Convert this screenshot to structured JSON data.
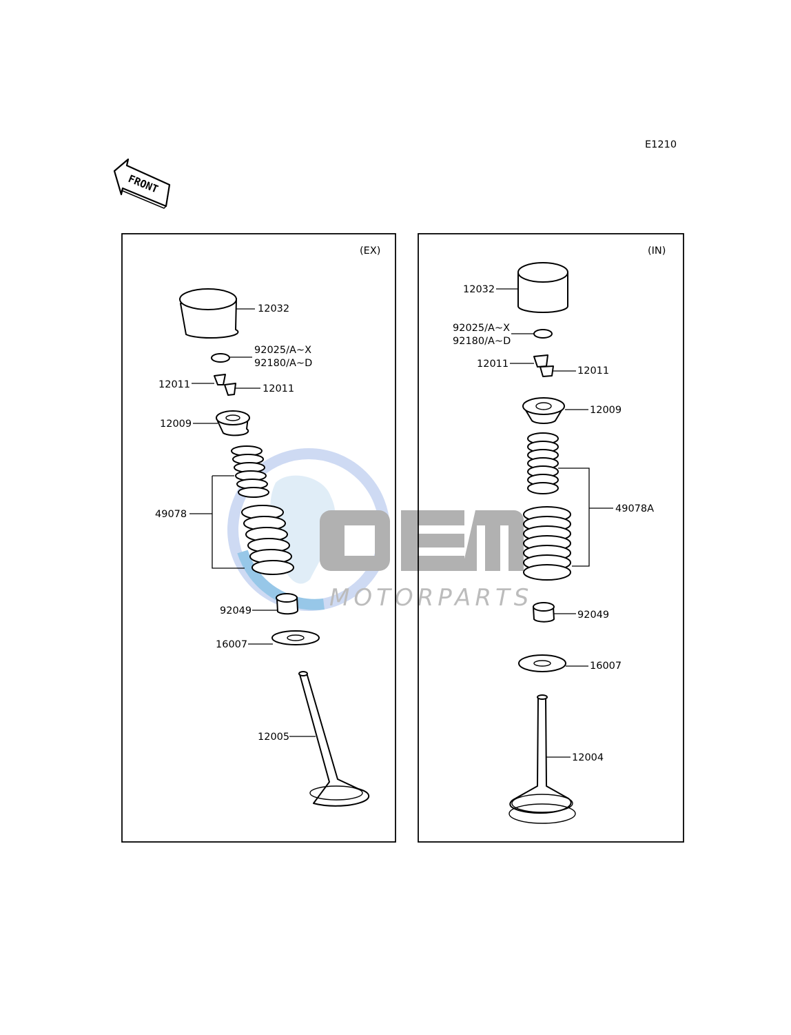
{
  "diagram_code": "E1210",
  "front_arrow_label": "FRONT",
  "watermark": {
    "brand": "OEM",
    "subtitle": "MOTORPARTS",
    "colors": {
      "globe": "#7ab8e0",
      "globe_light": "#c9d6f2",
      "letters": "#a9a9a9"
    }
  },
  "panels": {
    "ex": {
      "title": "(EX)",
      "labels": {
        "tappet": "12032",
        "shim_a": "92025/A~X",
        "shim_b": "92180/A~D",
        "cotter_left": "12011",
        "cotter_right": "12011",
        "retainer": "12009",
        "spring": "49078",
        "seal": "92049",
        "seat": "16007",
        "valve": "12005"
      }
    },
    "in": {
      "title": "(IN)",
      "labels": {
        "tappet": "12032",
        "shim_a": "92025/A~X",
        "shim_b": "92180/A~D",
        "cotter_left": "12011",
        "cotter_right": "12011",
        "retainer": "12009",
        "spring": "49078A",
        "seal": "92049",
        "seat": "16007",
        "valve": "12004"
      }
    }
  }
}
